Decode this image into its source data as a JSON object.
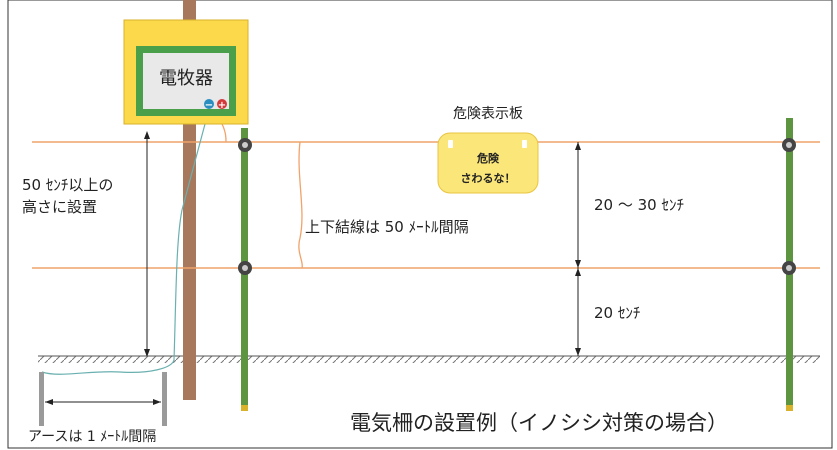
{
  "energizer": {
    "label": "電牧器",
    "minus_icon": "minus-terminal-icon",
    "plus_icon": "plus-terminal-icon"
  },
  "sign": {
    "caption": "危険表示板",
    "line1": "危険",
    "line2": "さわるな！"
  },
  "labels": {
    "install_height_line1": "50 ｾﾝﾁ以上の",
    "install_height_line2": "高さに設置",
    "tie_wire": "上下結線は 50 ﾒｰﾄﾙ間隔",
    "upper_gap": "20 〜 30 ｾﾝﾁ",
    "lower_gap": "20 ｾﾝﾁ",
    "ground_spacing": "アースは 1 ﾒｰﾄﾙ間隔"
  },
  "title": "電気柵の設置例（イノシシ対策の場合）",
  "colors": {
    "wire": "#f0a36a",
    "post": "#5d9440",
    "pole": "#a7785c",
    "box_yellow": "#fbd94b",
    "box_green": "#4aa04a",
    "ground_lead": "#6ab0b0",
    "sign_yellow": "#fbe67a"
  }
}
